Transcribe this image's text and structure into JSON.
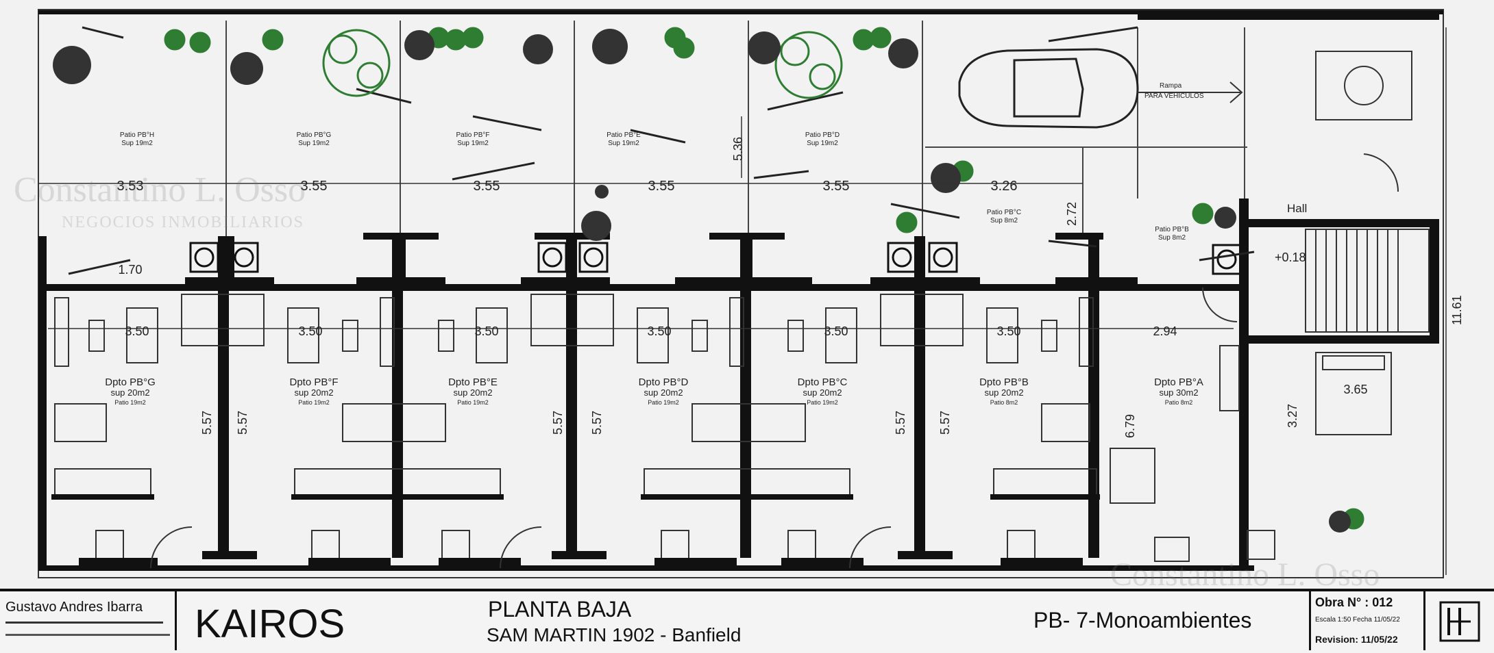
{
  "units": [
    {
      "id": "G",
      "patio": "Patio PB°H",
      "patio_sup": "Sup 19m2",
      "width_label": "3.53",
      "room_width": "3.50",
      "dpto": "Dpto PB°G",
      "sup": "sup 20m2",
      "patio_note": "Patio 19m2"
    },
    {
      "id": "F",
      "patio": "Patio PB°G",
      "patio_sup": "Sup 19m2",
      "width_label": "3.55",
      "room_width": "3.50",
      "dpto": "Dpto PB°F",
      "sup": "sup 20m2",
      "patio_note": "Patio 19m2"
    },
    {
      "id": "E",
      "patio": "Patio PB°F",
      "patio_sup": "Sup 19m2",
      "width_label": "3.55",
      "room_width": "3.50",
      "dpto": "Dpto PB°E",
      "sup": "sup 20m2",
      "patio_note": "Patio 19m2"
    },
    {
      "id": "D",
      "patio": "Patio PB°E",
      "patio_sup": "Sup 19m2",
      "width_label": "3.55",
      "room_width": "3.50",
      "dpto": "Dpto PB°D",
      "sup": "sup 20m2",
      "patio_note": "Patio 19m2"
    },
    {
      "id": "C",
      "patio": "Patio PB°D",
      "patio_sup": "Sup 19m2",
      "width_label": "3.55",
      "room_width": "3.50",
      "dpto": "Dpto PB°C",
      "sup": "sup 20m2",
      "patio_note": "Patio 19m2"
    },
    {
      "id": "B",
      "patio": "Patio PB°C",
      "patio_sup": "Sup 8m2",
      "width_label": "3.26",
      "room_width": "3.50",
      "dpto": "Dpto PB°B",
      "sup": "sup 20m2",
      "patio_note": "Patio 8m2"
    }
  ],
  "unit_a": {
    "dpto": "Dpto PB°A",
    "sup": "sup 30m2",
    "patio_note": "Patio 8m2",
    "patio": "Patio PB°B",
    "patio_sup": "Sup 8m2",
    "room_width": "2.94"
  },
  "dims": {
    "depth_patio": "5.36",
    "depth_unit": "5.57",
    "d170": "1.70",
    "d272": "2.72",
    "d679": "6.79",
    "d327": "3.27",
    "d365": "3.65",
    "total": "11.61",
    "level": "+0.18"
  },
  "labels": {
    "ramp_title": "Rampa",
    "ramp_sub": "PARA VEHICULOS",
    "hall": "Hall"
  },
  "titleblock": {
    "author": "Gustavo Andres Ibarra",
    "project": "KAIROS",
    "sheet": "PLANTA BAJA",
    "address": "SAM MARTIN 1902  -  Banfield",
    "units": "PB- 7-Monoambientes",
    "obra": "Obra  N°  :  012",
    "escala": "Escala 1:50  Fecha 11/05/22",
    "revision": "Revision:  11/05/22"
  },
  "watermark": {
    "line1": "Constantino L. Osso",
    "line2": "NEGOCIOS INMOBILIARIOS"
  },
  "colors": {
    "wall": "#111111",
    "plant": "#2e7d32",
    "bg": "#f2f2f2"
  }
}
